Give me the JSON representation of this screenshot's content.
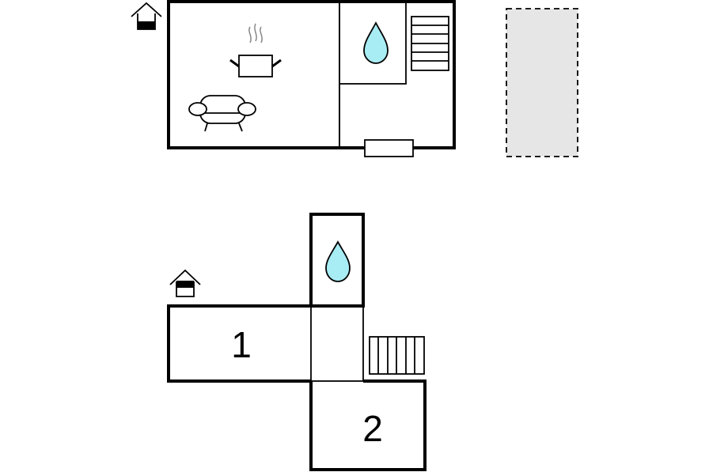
{
  "floorplan": {
    "colors": {
      "walls": "#000000",
      "background": "#ffffff",
      "water": "#a8ecf4",
      "outdoor_area": "#e6e6e6"
    },
    "upper_floor": {
      "icons": [
        "house-floor-icon",
        "cooking-pot-icon",
        "sofa-icon",
        "water-drop-icon",
        "stairs-icon",
        "door-icon"
      ],
      "outdoor_area": "dashed-outdoor-area"
    },
    "lower_floor": {
      "icons": [
        "house-floor-icon",
        "water-drop-icon",
        "stairs-icon"
      ],
      "rooms": [
        {
          "number": "1"
        },
        {
          "number": "2"
        }
      ]
    }
  }
}
